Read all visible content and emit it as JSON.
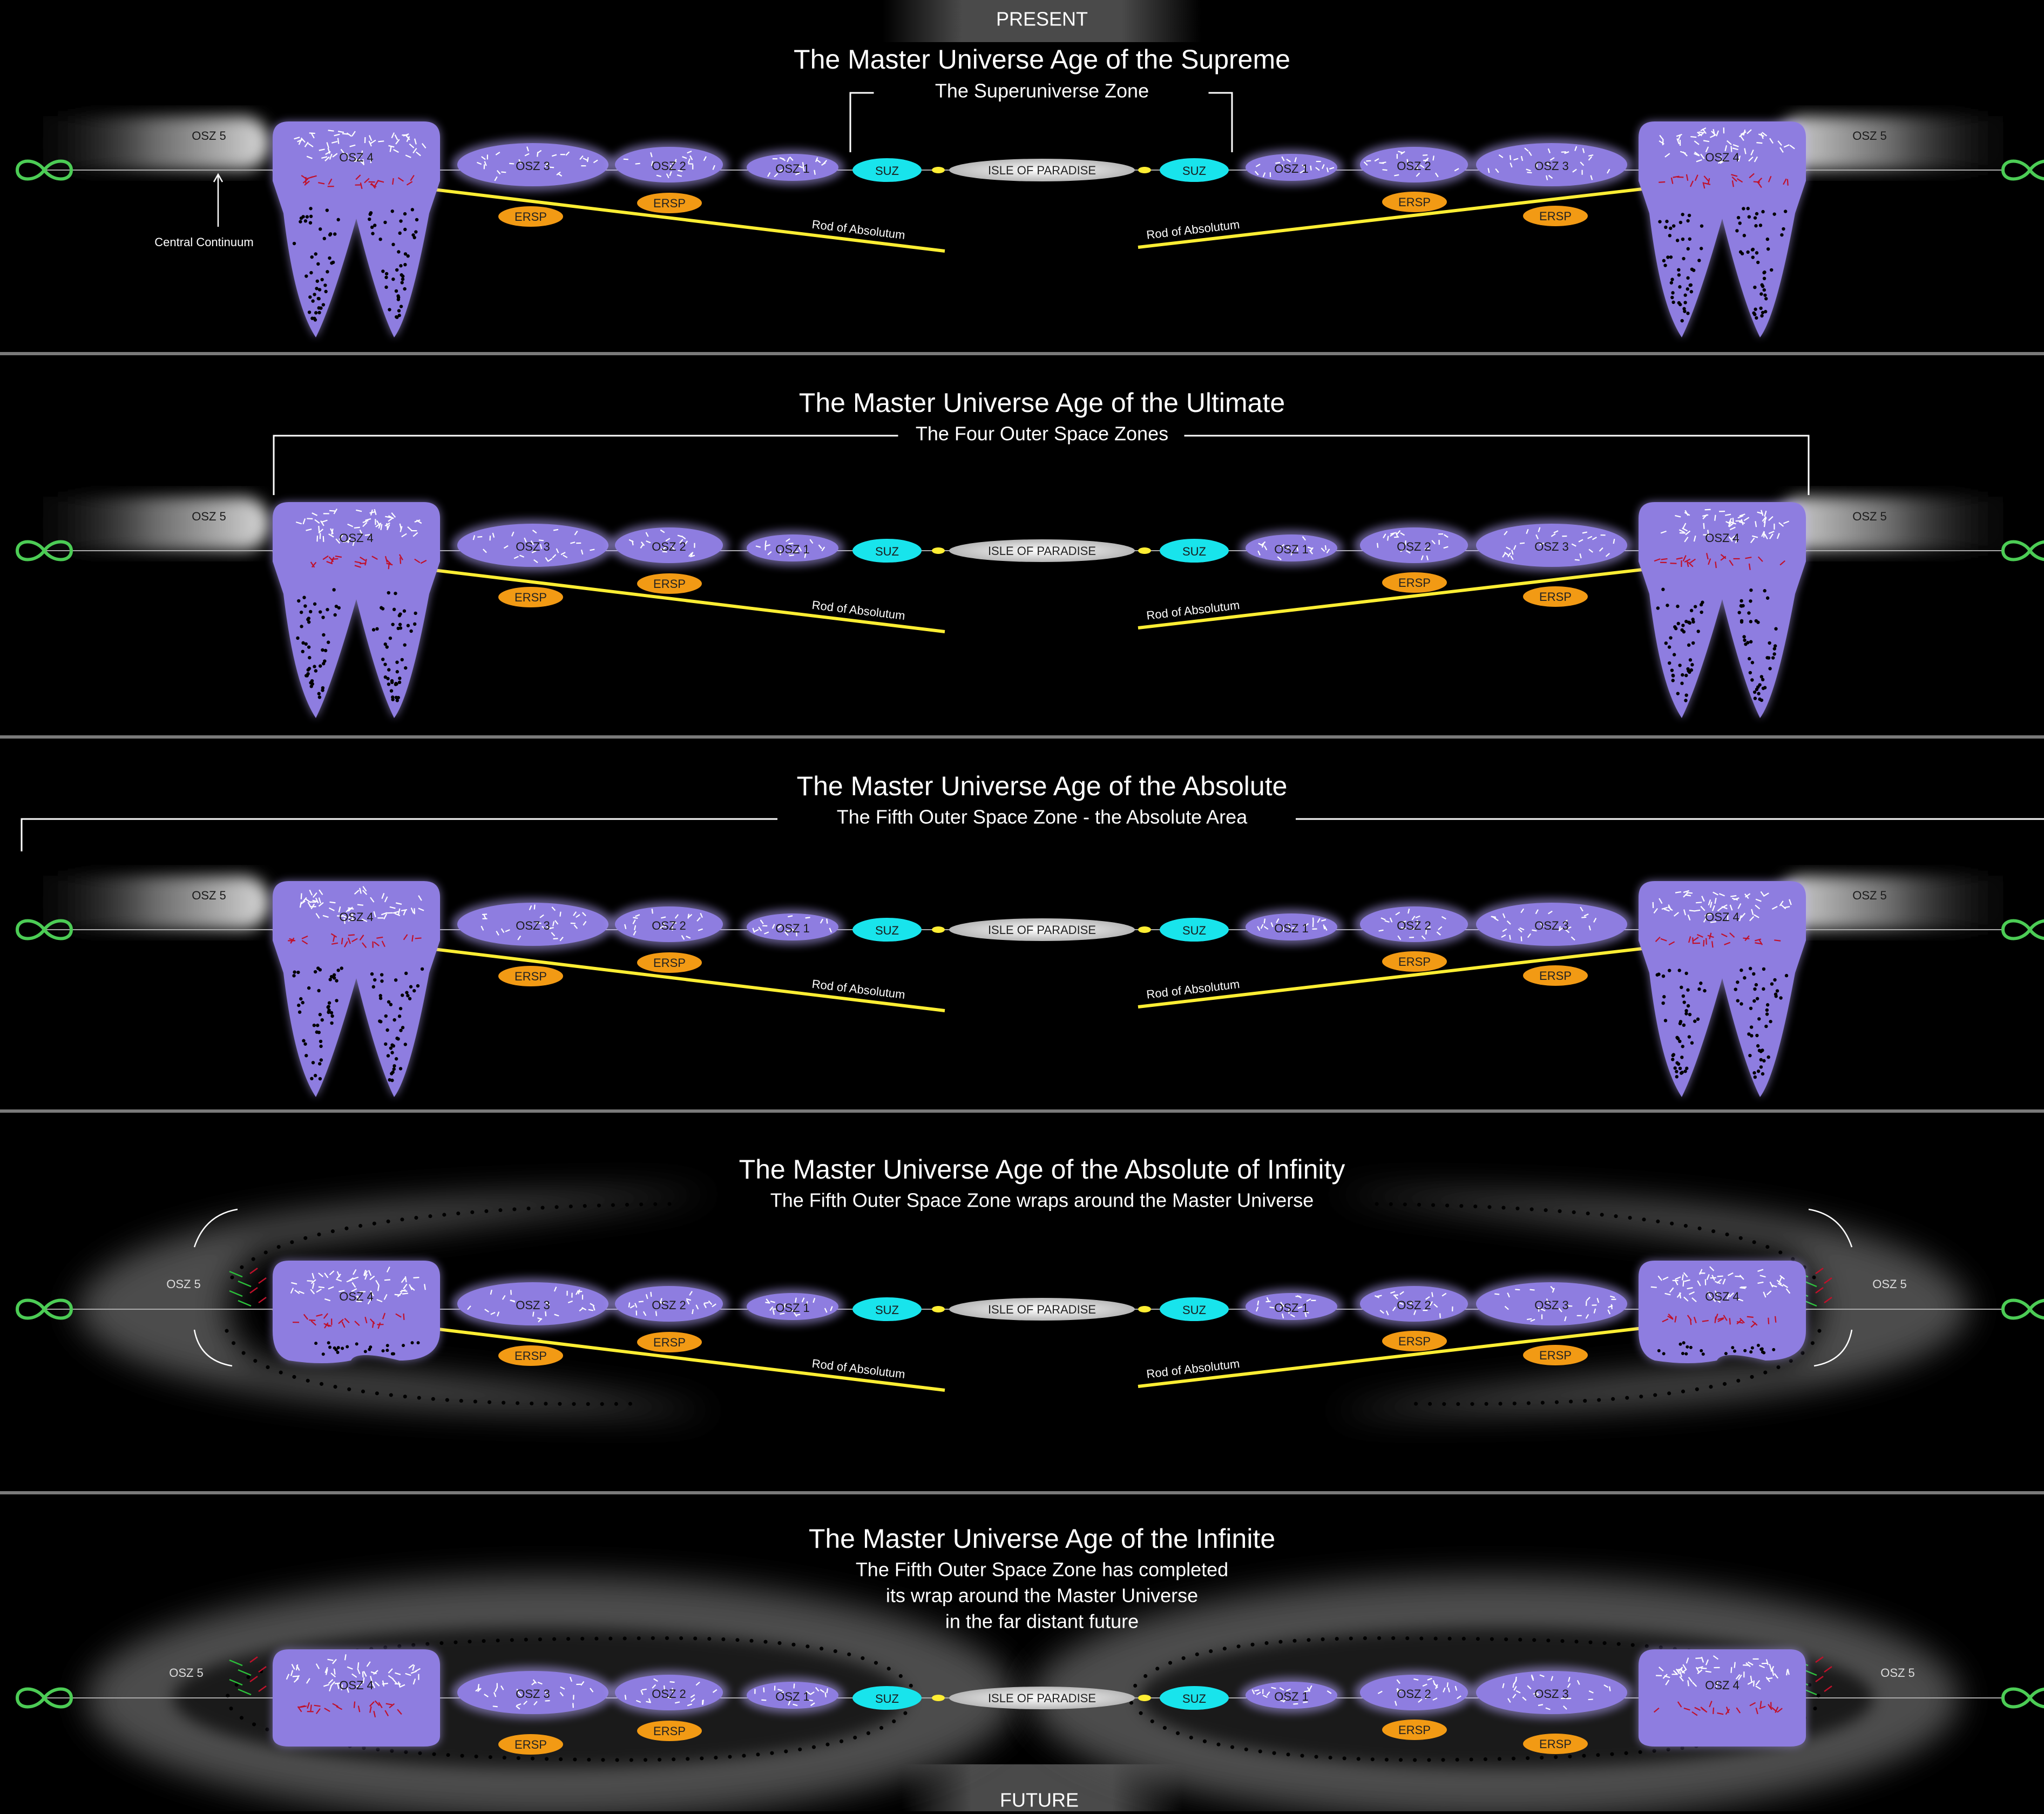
{
  "top_label": "PRESENT",
  "bottom_label": "FUTURE",
  "labels": {
    "osz1": "OSZ 1",
    "osz2": "OSZ 2",
    "osz3": "OSZ 3",
    "osz4": "OSZ 4",
    "osz5": "OSZ 5",
    "suz": "SUZ",
    "ersp": "ERSP",
    "paradise": "ISLE OF PARADISE",
    "rod": "Rod of Absolutum",
    "central_continuum": "Central Continuum"
  },
  "panels": [
    {
      "title": "The Master Universe Age of the Supreme",
      "subtitle_lines": [
        "The Superuniverse Zone"
      ],
      "stage": 1
    },
    {
      "title": "The Master Universe Age of the Ultimate",
      "subtitle_lines": [
        "The Four Outer Space Zones"
      ],
      "stage": 2
    },
    {
      "title": "The Master Universe Age of the Absolute",
      "subtitle_lines": [
        "The Fifth Outer Space Zone - the Absolute Area"
      ],
      "stage": 3
    },
    {
      "title": "The Master Universe Age of the Absolute of Infinity",
      "subtitle_lines": [
        "The Fifth Outer Space Zone wraps around the Master Universe"
      ],
      "stage": 4
    },
    {
      "title": "The Master Universe Age of the Infinite",
      "subtitle_lines": [
        "The Fifth Outer Space Zone has completed",
        "its wrap around the Master Universe",
        "in the far distant future"
      ],
      "stage": 5
    }
  ],
  "colors": {
    "osz": "#8e7de0",
    "osz_glow": "#b7a8ff",
    "suz": "#18e4ec",
    "ersp": "#f29a14",
    "rod": "#ffee33",
    "paradise": "#d8d8d8",
    "infinity": "#4ccc55",
    "divider": "#7a7a7a"
  }
}
